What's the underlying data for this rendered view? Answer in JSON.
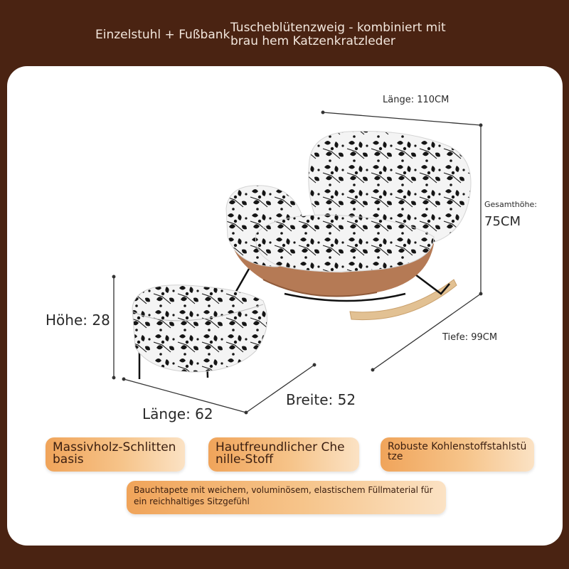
{
  "header": {
    "variant_label": "Einzelstuhl + Fußbank",
    "color_description": "Tuscheblütenzweig - kombiniert mit brau hem Katzenkratzleder"
  },
  "dimensions": {
    "chair_length": "Länge: 110CM",
    "total_height_label": "Gesamthöhe:",
    "total_height_value": "75CM",
    "depth": "Tiefe: 99CM",
    "ottoman_height": "Höhe: 28",
    "ottoman_width": "Breite: 52",
    "ottoman_length": "Länge: 62"
  },
  "features": {
    "solid_wood_base": "Massivholz-Schlittenbasis",
    "chenille_fabric": "Hautfreundlicher Chenille-Stoff",
    "carbon_steel_support": "Robuste Kohlenstoffstahlstütze",
    "filling_description": "Bauchtapete mit weichem, voluminösem, elastischem Füllmaterial für ein reichhaltiges Sitzgefühl"
  },
  "colors": {
    "background": "#4a2312",
    "card": "#ffffff",
    "pill_start": "#f0a45a",
    "pill_end": "#fbe2c4",
    "leather_shell": "#b57a55",
    "wood_rocker": "#e2c193"
  }
}
